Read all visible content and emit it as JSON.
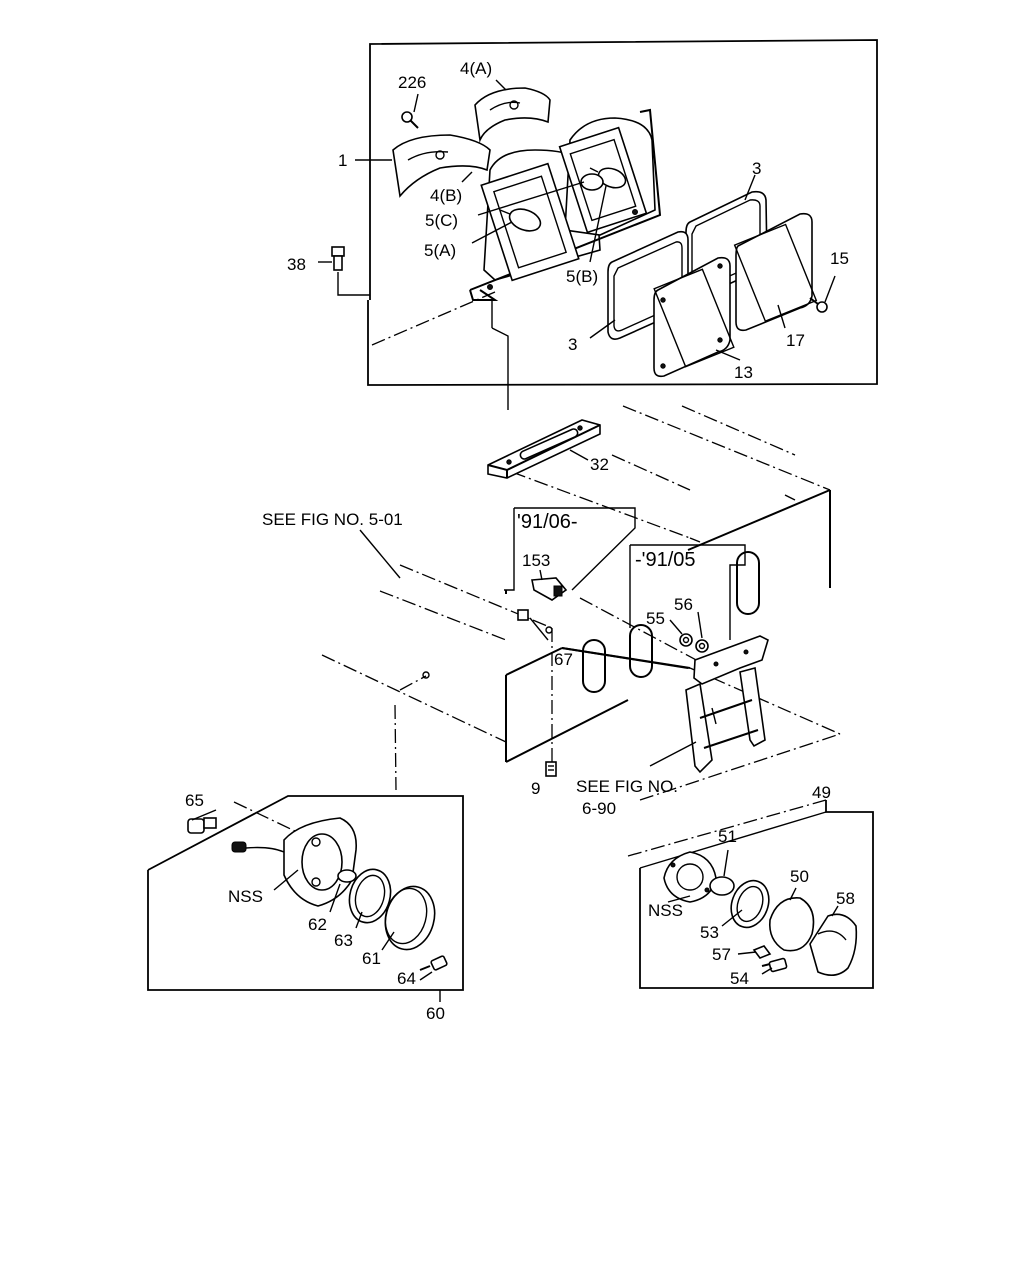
{
  "callouts": {
    "c226": "226",
    "c4a": "4(A)",
    "c1": "1",
    "c4b": "4(B)",
    "c5c": "5(C)",
    "c5a": "5(A)",
    "c5b": "5(B)",
    "c3top": "3",
    "c15": "15",
    "c38": "38",
    "c3left": "3",
    "c17": "17",
    "c13": "13",
    "c32": "32",
    "see501": "SEE FIG NO. 5-01",
    "c9106": "'91/06-",
    "c153": "153",
    "c9105": "-'91/05",
    "c55": "55",
    "c56": "56",
    "c67": "67",
    "c9": "9",
    "see690a": "SEE FIG NO.",
    "see690b": "6-90",
    "c65": "65",
    "c49": "49",
    "c51": "51",
    "c50": "50",
    "c58": "58",
    "nss1": "NSS",
    "nss2": "NSS",
    "c62": "62",
    "c63": "63",
    "c61": "61",
    "c64": "64",
    "c60": "60",
    "c53": "53",
    "c57": "57",
    "c54": "54"
  }
}
